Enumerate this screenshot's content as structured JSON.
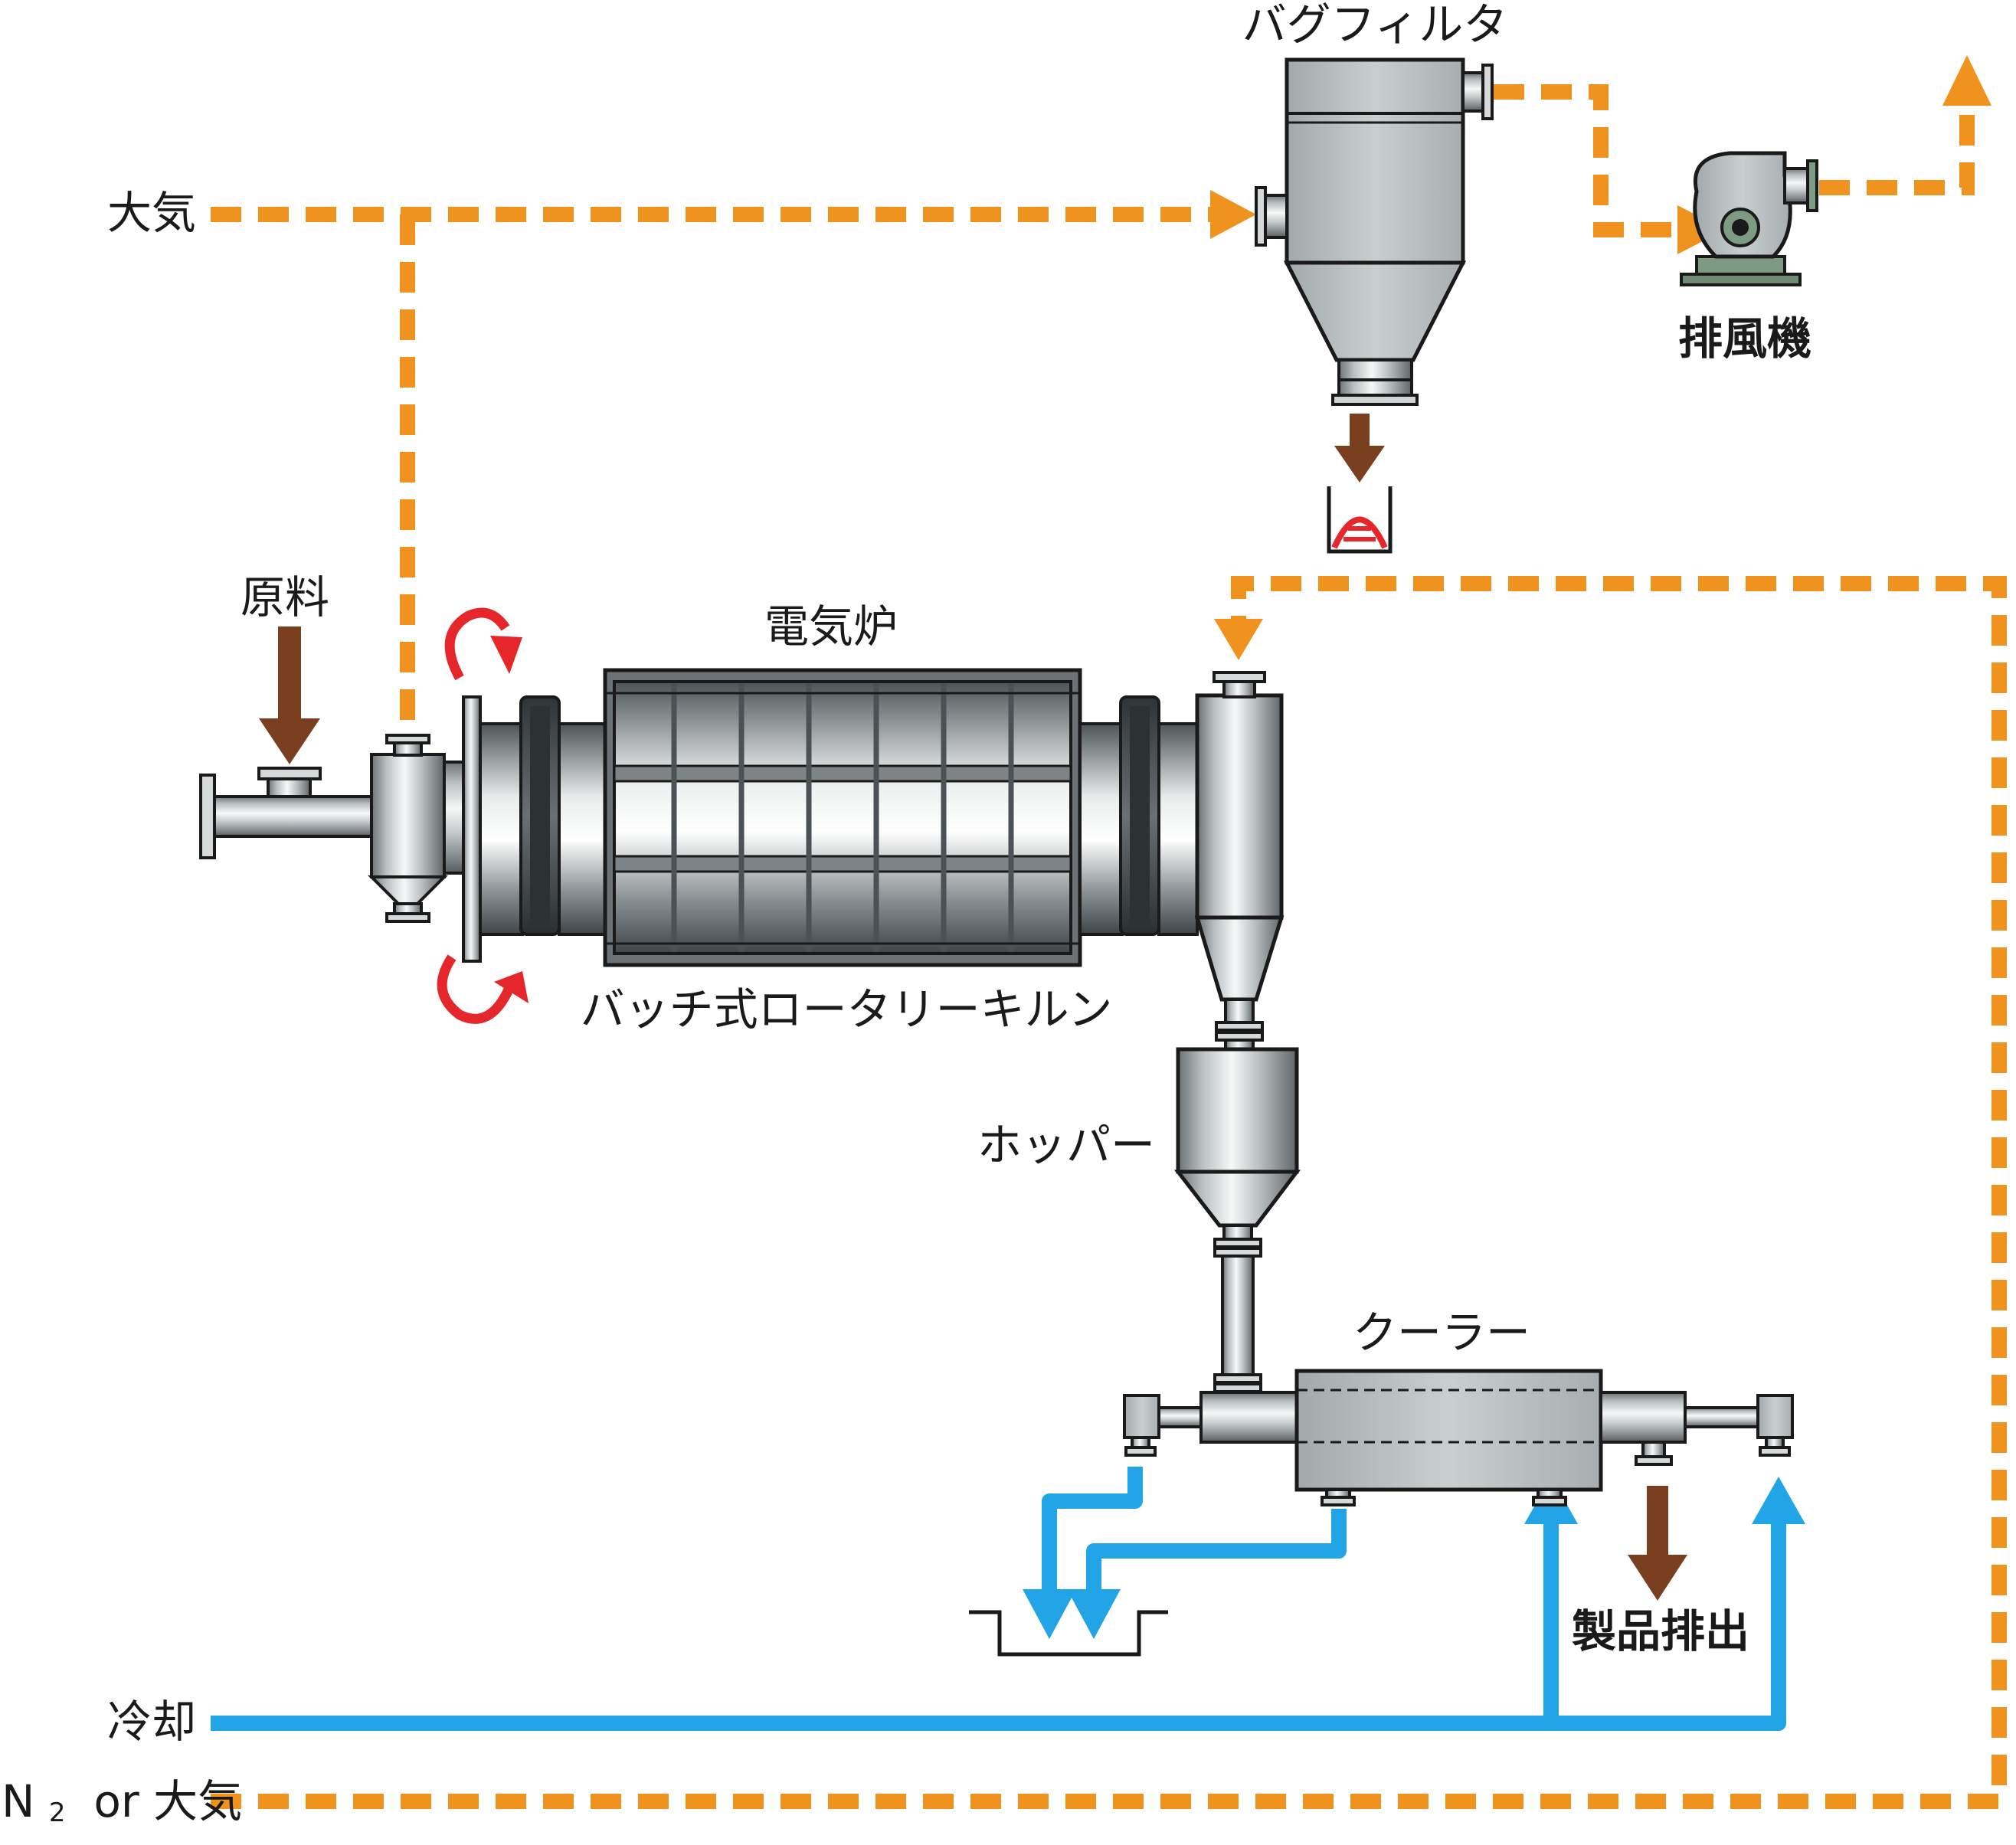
{
  "labels": {
    "bag_filter": "バグフィルタ",
    "exhaust_fan": "排風機",
    "atmosphere_top": "大気",
    "raw_material": "原料",
    "electric_furnace": "電気炉",
    "kiln": "バッチ式ロータリーキルン",
    "hopper": "ホッパー",
    "cooler": "クーラー",
    "product_discharge": "製品排出",
    "cooling": "冷却",
    "n2_prefix": "N",
    "n2_subscript": "2",
    "n2_suffix": " or 大気"
  },
  "colors": {
    "gas_line": "#f0921e",
    "cooling_line": "#22a5e6",
    "material_arrow": "#7a3f1f",
    "rotation_arrow": "#e5262b",
    "metal_dark": "#5a6063",
    "metal_light": "#f4f6f6",
    "fan_base": "#7d9a82"
  },
  "icons": {
    "rotation": "rotation-arrow-icon",
    "flow": "flow-arrow-icon",
    "collection_bin": "collection-bin-icon",
    "drain": "drain-basin-icon"
  }
}
